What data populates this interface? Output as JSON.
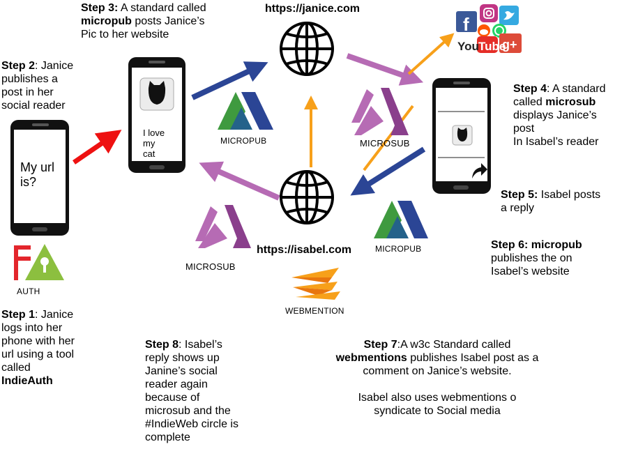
{
  "urls": {
    "janice": "https://janice.com",
    "isabel": "https://isabel.com"
  },
  "phone_login": {
    "line1": "My url",
    "line2": "is?"
  },
  "phone_janice": {
    "line1": "I love",
    "line2": "my",
    "line3": "cat"
  },
  "logos": {
    "auth": "AUTH",
    "micropub": "MICROPUB",
    "microsub": "MICROSUB",
    "webmention": "WEBMENTION"
  },
  "social": {
    "youtube_a": "You",
    "youtube_b": "Tube",
    "google_plus": "g+"
  },
  "steps": {
    "s1": {
      "title": "Step 1",
      "l1a": ": Janice",
      "l2": "logs into her",
      "l3": "phone with her",
      "l4": "url  using a tool",
      "l5": "called",
      "l6": "IndieAuth"
    },
    "s2": {
      "title": "Step 2",
      "l1a": ": Janice",
      "l2": "publishes a",
      "l3": "post in her",
      "l4": "social reader"
    },
    "s3": {
      "title": "Step 3:",
      "l1a": " A standard called",
      "l2b": "micropub",
      "l2a": " posts Janice’s",
      "l3": "Pic to her website"
    },
    "s4": {
      "title": "Step 4",
      "l1a": ": A standard",
      "l2a": "called ",
      "l2b": "microsub",
      "l3": "displays Janice’s",
      "l4": "post",
      "l5": "In Isabel’s reader"
    },
    "s5": {
      "title": "Step 5:",
      "l1a": " Isabel posts",
      "l2": "a reply"
    },
    "s6": {
      "title": "Step 6",
      "l1b": ": micropub",
      "l2": "publishes the on",
      "l3": "Isabel’s website"
    },
    "s7": {
      "title": "Step 7",
      "l1a": ":A w3c Standard called",
      "l2b": "webmentions",
      "l2a": " publishes Isabel post as a",
      "l3": "comment on Janice’s website.",
      "l4": "Isabel also uses webmentions o",
      "l5": "syndicate to Social media"
    },
    "s8": {
      "title": "Step 8",
      "l1a": ": Isabel’s",
      "l2": "reply shows up",
      "l3": "Janine’s social",
      "l4": "reader again",
      "l5": "because of",
      "l6": "microsub and the",
      "l7": "#IndieWeb circle is",
      "l8": "complete"
    }
  }
}
